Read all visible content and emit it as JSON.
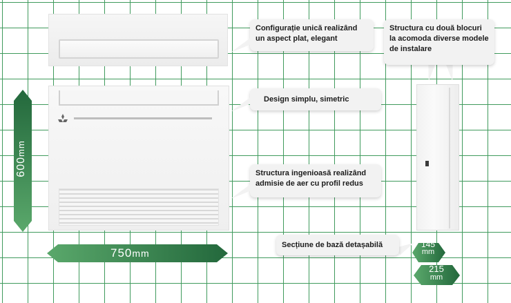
{
  "colors": {
    "grid": "#3f9a5c",
    "arrow_dark": "#2e7d4a",
    "arrow_light": "#5aa86b",
    "callout_bg": "#f2f2f2"
  },
  "callouts": {
    "configuration": "Configurație unică realizând un aspect plat, elegant",
    "two_blocks": "Structura cu două blocuri la acomoda diverse modele de instalare",
    "design": "Design simplu, simetric",
    "structure": "Structura ingenioasă realizând admisie de aer cu profil redus",
    "base_section": "Secțiune de bază detașabilă"
  },
  "dimensions": {
    "width": {
      "value": "750",
      "unit": "mm"
    },
    "height": {
      "value": "600",
      "unit": "mm"
    },
    "depth_top": {
      "value": "145",
      "unit": "mm"
    },
    "depth_bottom": {
      "value": "215",
      "unit": "mm"
    }
  },
  "images": {
    "top_view": "unit-top-view",
    "front_view": "unit-front-view",
    "side_view": "unit-side-view",
    "logo": "mitsubishi-logo-icon"
  }
}
